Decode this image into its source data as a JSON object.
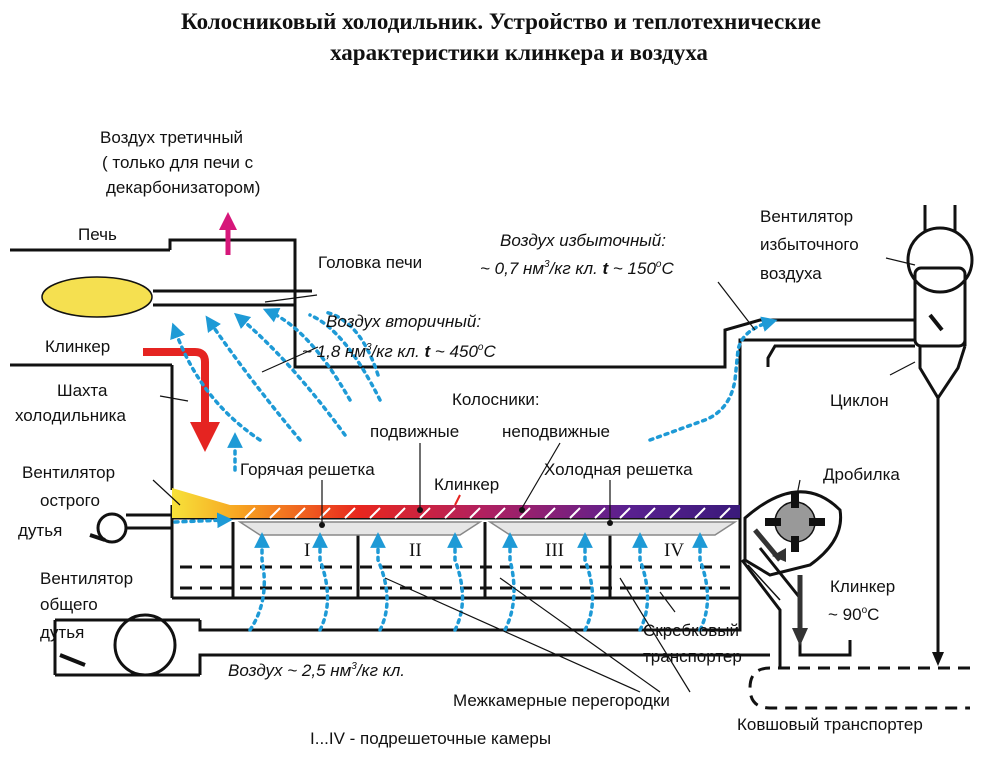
{
  "title": {
    "line1": "Колосниковый холодильник. Устройство и теплотехнические",
    "line2": "характеристики клинкера и воздуха"
  },
  "labels": {
    "tertiary_air_1": "Воздух третичный",
    "tertiary_air_2": "( только для печи с",
    "tertiary_air_3": "декарбонизатором)",
    "kiln": "Печь",
    "kiln_hood": "Головка печи",
    "clinker_in": "Клинкер",
    "cooler_shaft_1": "Шахта",
    "cooler_shaft_2": "холодильника",
    "excess_air_1": "Воздух избыточный:",
    "excess_air_2a": "~ 0,7 нм",
    "excess_air_2b": "3",
    "excess_air_2c": "/кг кл.  ",
    "excess_air_2d": "t",
    "excess_air_2e": " ~ 150",
    "excess_air_2f": "o",
    "excess_air_2g": "C",
    "secondary_air_1": "Воздух вторичный:",
    "secondary_air_2a": "~ 1,8 нм",
    "secondary_air_2b": "3",
    "secondary_air_2c": "/кг кл.  ",
    "secondary_air_2d": "t",
    "secondary_air_2e": " ~ 450",
    "secondary_air_2f": "o",
    "secondary_air_2g": "C",
    "excess_fan_1": "Вентилятор",
    "excess_fan_2": "избыточного",
    "excess_fan_3": "воздуха",
    "cyclone": "Циклон",
    "grates_1": "Колосники:",
    "grates_moving": "подвижные",
    "grates_fixed": "неподвижные",
    "hot_grate": "Горячая решетка",
    "cold_grate": "Холодная решетка",
    "clinker_bed": "Клинкер",
    "crusher": "Дробилка",
    "quench_fan_1": "Вентилятор",
    "quench_fan_2": "острого",
    "quench_fan_3": "дутья",
    "general_fan_1": "Вентилятор",
    "general_fan_2": "общего",
    "general_fan_3": "дутья",
    "chamber_1": "I",
    "chamber_2": "II",
    "chamber_3": "III",
    "chamber_4": "IV",
    "clinker_out_1": "Клинкер",
    "clinker_out_2a": "~ 90",
    "clinker_out_2b": "o",
    "clinker_out_2c": "C",
    "scraper_1": "Скребковый",
    "scraper_2": "транспортер",
    "air_a": "Воздух  ~ 2,5 нм",
    "air_b": "3",
    "air_c": "/кг кл.",
    "partitions": "Межкамерные перегородки",
    "bucket_conveyor": "Ковшовый транспортер",
    "chambers_note": "I...IV - подрешеточные камеры"
  },
  "colors": {
    "flame": "#f5e050",
    "tertiary_arrow": "#d6177a",
    "clinker_arrow": "#e52421",
    "air_arrow": "#1e9ad6",
    "grate_gradient": [
      "#f7e23a",
      "#f7a421",
      "#e8261e",
      "#b02060",
      "#5a2090",
      "#3a1a7a"
    ],
    "line": "#111111"
  }
}
